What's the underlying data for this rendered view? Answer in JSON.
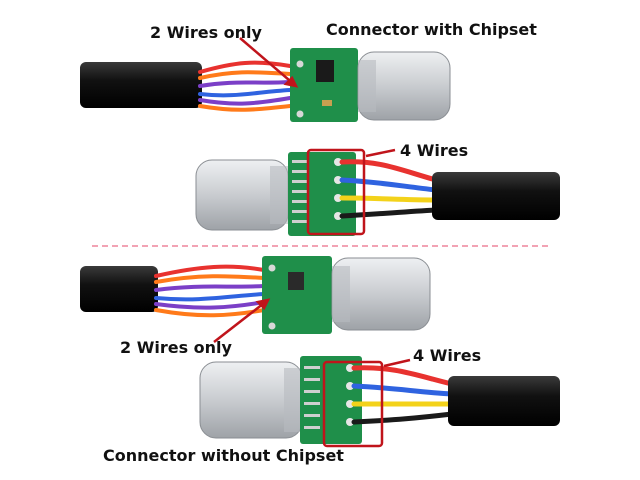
{
  "labels": {
    "top_two_wires": "2 Wires only",
    "top_connector": "Connector with Chipset",
    "top_four_wires": "4 Wires",
    "bottom_two_wires": "2 Wires only",
    "bottom_four_wires": "4 Wires",
    "bottom_connector": "Connector without Chipset"
  },
  "colors": {
    "cable": "#111111",
    "pcb": "#1f8f4a",
    "connector": "#c9ccd0",
    "annotation": "#c0141b",
    "divider": "#f2a3b4",
    "wires": [
      "#e8322f",
      "#ff7a1a",
      "#7b3fc7",
      "#2f63e0",
      "#f3d21a",
      "#1a1a1a"
    ]
  },
  "icons": [
    "usb-c-connector-icon",
    "pcb-board-icon",
    "cable-icon"
  ]
}
